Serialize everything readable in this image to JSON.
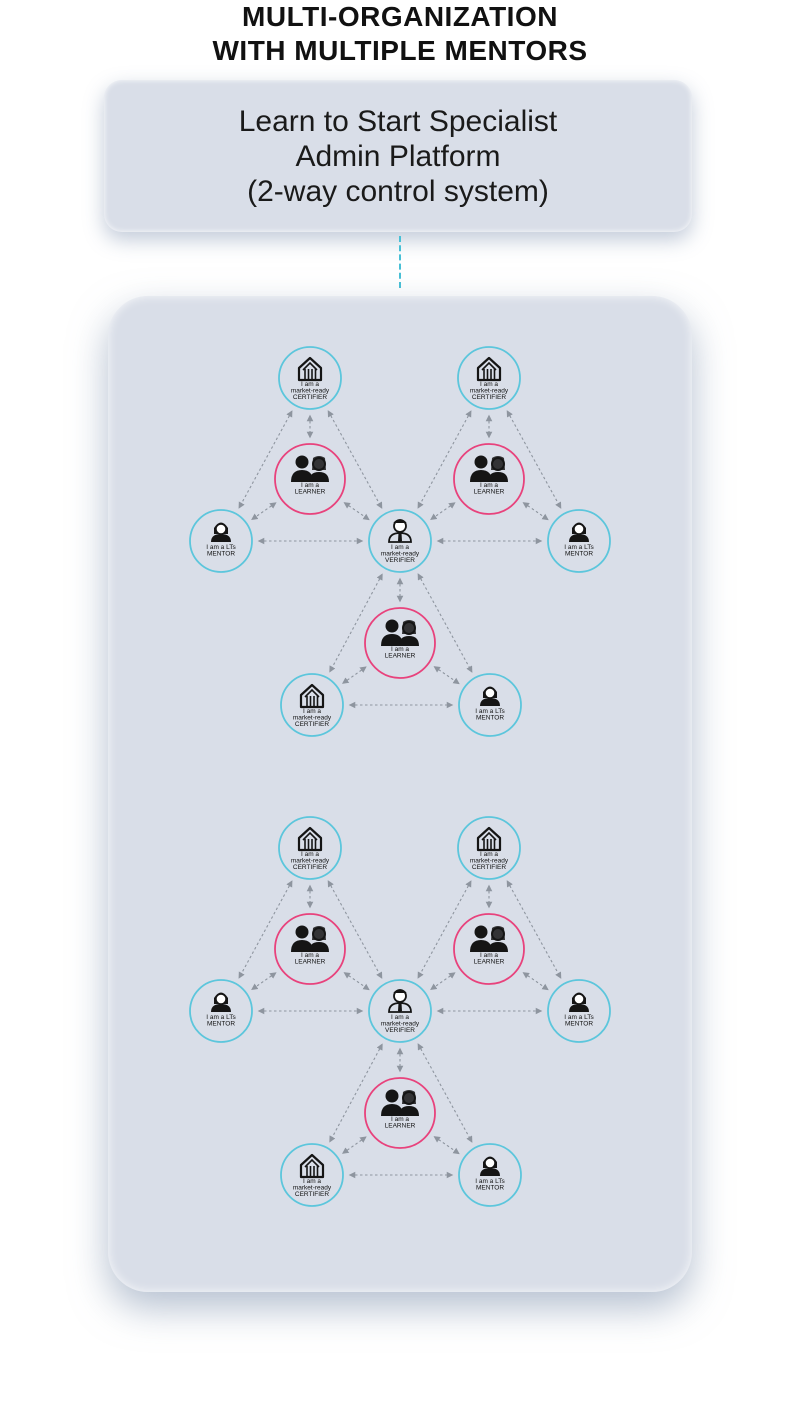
{
  "title": {
    "line1": "MULTI-ORGANIZATION",
    "line2": "WITH MULTIPLE MENTORS"
  },
  "platform": {
    "line1": "Learn to Start Specialist",
    "line2": "Admin Platform",
    "line3": "(2-way control system)"
  },
  "colors": {
    "panel": "#d9dee8",
    "teal_ring": "#5cc6dc",
    "pink_ring": "#e8427c",
    "arrow": "#8e959f",
    "connector": "#48c0d6"
  },
  "roles": {
    "certifier": {
      "icon": "shield-icon",
      "lines": [
        "I am a",
        "market-ready",
        "CERTIFIER"
      ]
    },
    "learner": {
      "icon": "learners-icon",
      "lines": [
        "I am a",
        "LEARNER"
      ]
    },
    "mentor": {
      "icon": "mentor-icon",
      "lines": [
        "I am a LTs",
        "MENTOR"
      ]
    },
    "verifier": {
      "icon": "verifier-icon",
      "lines": [
        "I am a",
        "market-ready",
        "VERIFIER"
      ]
    }
  },
  "clusters": [
    {
      "name": "organization-1"
    },
    {
      "name": "organization-2"
    }
  ]
}
